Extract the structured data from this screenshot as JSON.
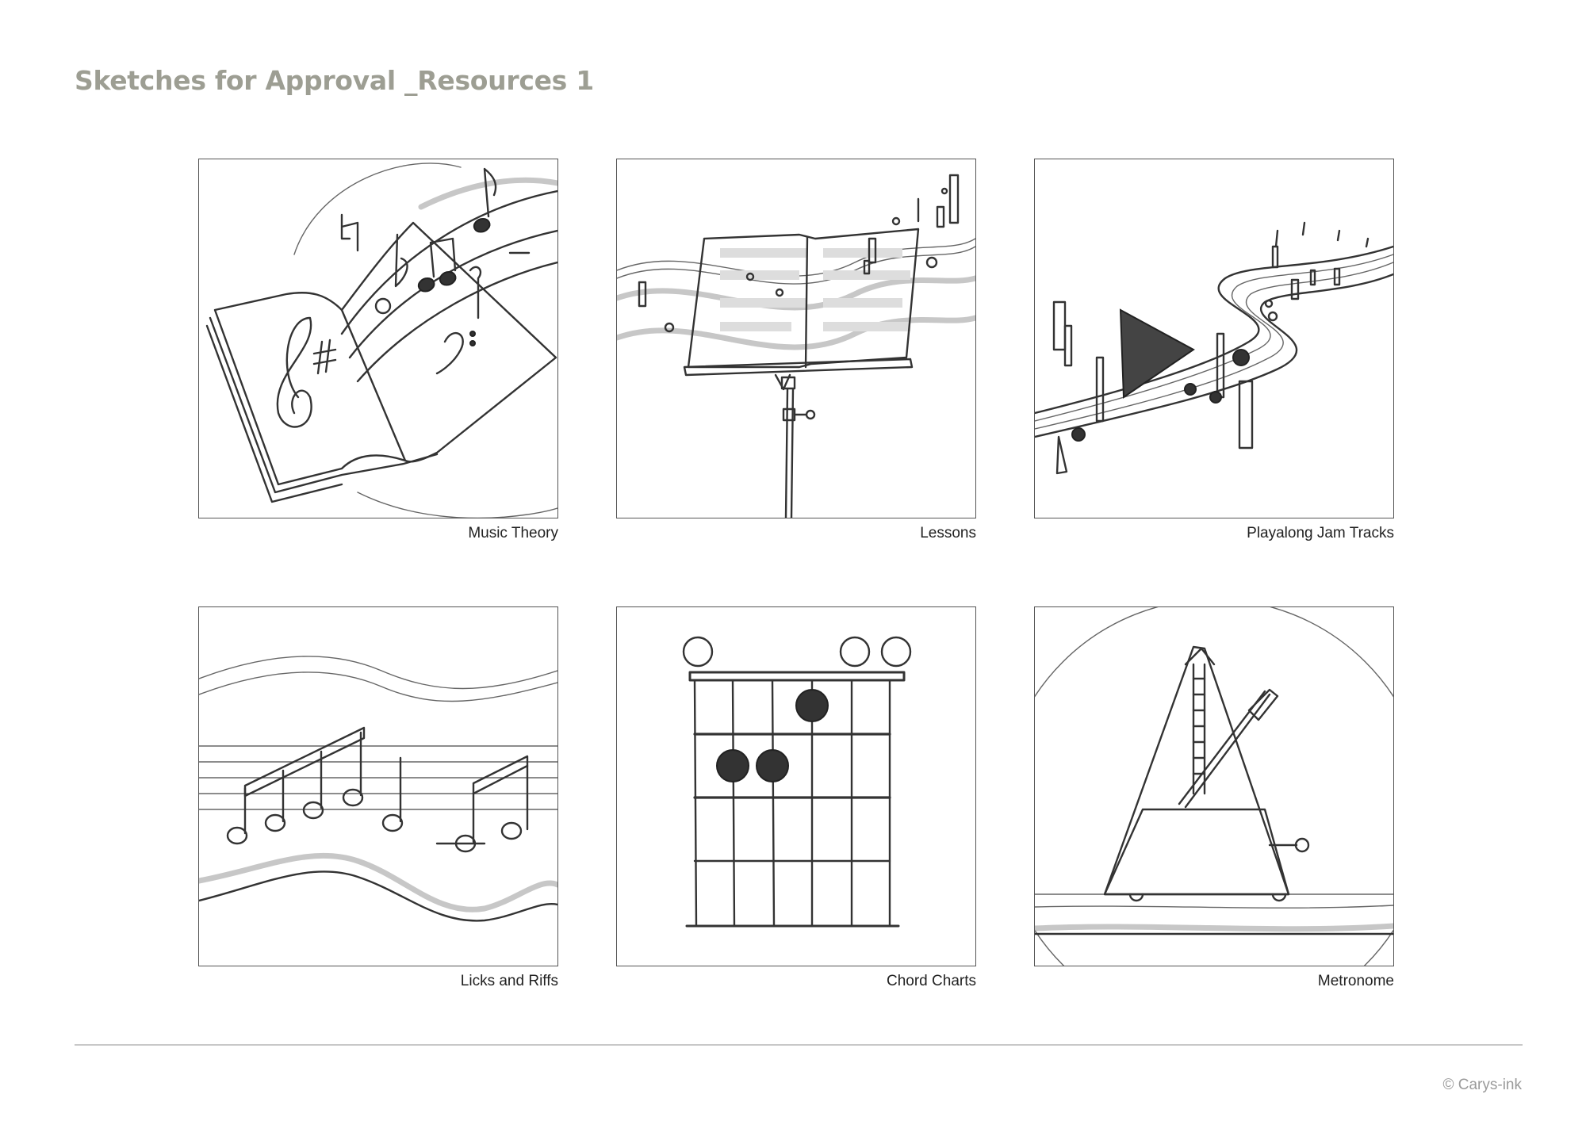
{
  "page": {
    "title": "Sketches for Approval _Resources 1",
    "copyright": "© Carys-ink"
  },
  "tiles": [
    {
      "caption": "Music Theory"
    },
    {
      "caption": "Lessons"
    },
    {
      "caption": "Playalong Jam Tracks"
    },
    {
      "caption": "Licks and Riffs"
    },
    {
      "caption": "Chord Charts"
    },
    {
      "caption": "Metronome"
    }
  ]
}
